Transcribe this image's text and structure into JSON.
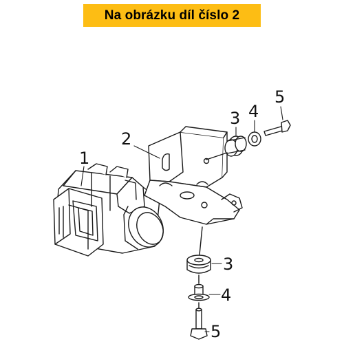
{
  "banner": {
    "text": "Na obrázku díl číslo 2",
    "background_color": "#fdbd14",
    "text_color": "#000000"
  },
  "diagram": {
    "line_color": "#1a1a1a",
    "callouts": [
      {
        "id": "abs-unit",
        "number": "1"
      },
      {
        "id": "bracket",
        "number": "2"
      },
      {
        "id": "grommet-upper",
        "number": "3"
      },
      {
        "id": "collar-upper",
        "number": "4"
      },
      {
        "id": "bolt-upper",
        "number": "5"
      },
      {
        "id": "grommet-lower",
        "number": "3"
      },
      {
        "id": "collar-lower",
        "number": "4"
      },
      {
        "id": "bolt-lower",
        "number": "5"
      }
    ]
  }
}
